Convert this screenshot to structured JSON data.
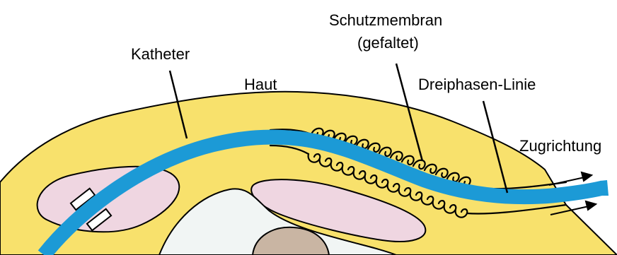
{
  "labels": {
    "katheter": "Katheter",
    "haut": "Haut",
    "schutzmembran_line1": "Schutzmembran",
    "schutzmembran_line2": "(gefaltet)",
    "dreiphasen": "Dreiphasen-Linie",
    "zugrichtung": "Zugrichtung"
  },
  "colors": {
    "skin": "#f8e16c",
    "catheter": "#1c9ad6",
    "tissue": "#efd6e1",
    "bone": "#c9b5a3",
    "cavity": "#f1f5f4",
    "outline": "#000000"
  }
}
